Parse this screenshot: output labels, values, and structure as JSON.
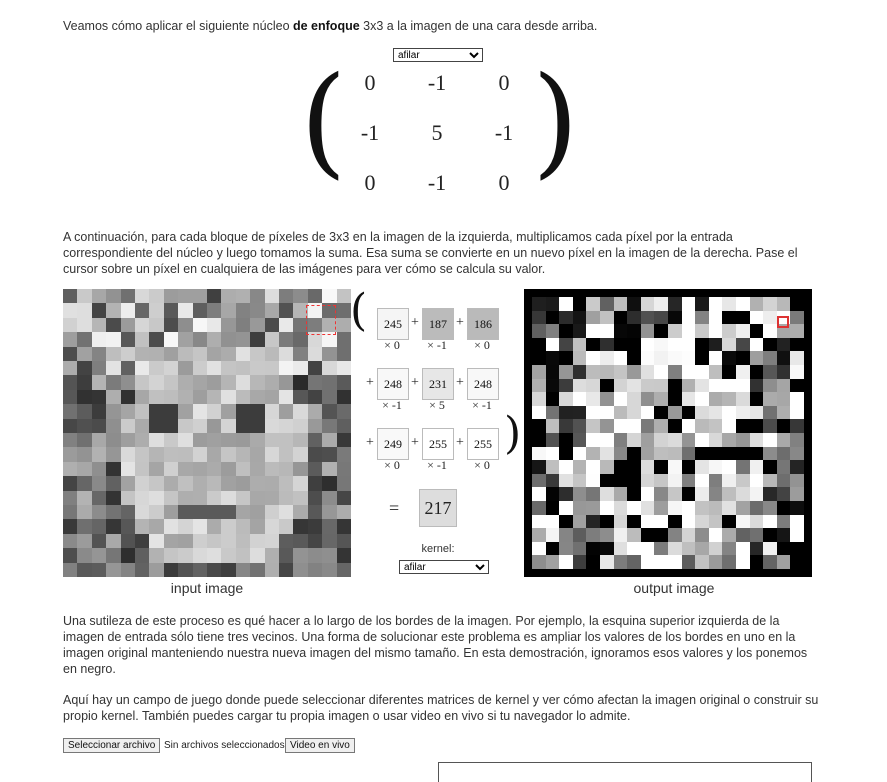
{
  "intro": {
    "pre": "Veamos cómo aplicar el siguiente núcleo ",
    "bold": "de enfoque",
    "post": " 3x3 a la imagen de una cara desde arriba."
  },
  "kernel_select": {
    "selected": "afilar"
  },
  "kernel": {
    "values": [
      [
        "0",
        "-1",
        "0"
      ],
      [
        "-1",
        "5",
        "-1"
      ],
      [
        "0",
        "-1",
        "0"
      ]
    ]
  },
  "para2": "A continuación, para cada bloque de píxeles de 3x3 en la imagen de la izquierda, multiplicamos cada píxel por la entrada correspondiente del núcleo y luego tomamos la suma. Esa suma se convierte en un nuevo píxel en la imagen de la derecha. Pase el cursor sobre un píxel en cualquiera de las imágenes para ver cómo se calcula su valor.",
  "calc": {
    "rows": [
      {
        "cells": [
          "245",
          "187",
          "186"
        ],
        "mults": [
          "× 0",
          "× -1",
          "× 0"
        ],
        "leading_plus": false
      },
      {
        "cells": [
          "248",
          "231",
          "248"
        ],
        "mults": [
          "× -1",
          "× 5",
          "× -1"
        ],
        "leading_plus": true
      },
      {
        "cells": [
          "249",
          "255",
          "255"
        ],
        "mults": [
          "× 0",
          "× -1",
          "× 0"
        ],
        "leading_plus": true
      }
    ],
    "equals": "=",
    "result": "217",
    "kernel_label": "kernel:",
    "kernel_selected": "afilar",
    "cell_colors": [
      [
        "#f5f5f5",
        "#bbbbbb",
        "#bababa"
      ],
      [
        "#f8f8f8",
        "#e7e7e7",
        "#f8f8f8"
      ],
      [
        "#f9f9f9",
        "#ffffff",
        "#ffffff"
      ]
    ]
  },
  "captions": {
    "input": "input image",
    "output": "output image"
  },
  "para3": "Una sutileza de este proceso es qué hacer a lo largo de los bordes de la imagen. Por ejemplo, la esquina superior izquierda de la imagen de entrada sólo tiene tres vecinos. Una forma de solucionar este problema es ampliar los valores de los bordes en uno en la imagen original manteniendo nuestra nueva imagen del mismo tamaño. En esta demostración, ignoramos esos valores y los ponemos en negro.",
  "para4": "Aquí hay un campo de juego donde puede seleccionar diferentes matrices de kernel y ver cómo afectan la imagen original o construir su propio kernel. También puedes cargar tu propia imagen o usar video en vivo si tu navegador lo admite.",
  "controls": {
    "file_button": "Seleccionar archivo",
    "no_file": "Sin archivos seleccionados",
    "video_button": "Video en vivo"
  }
}
